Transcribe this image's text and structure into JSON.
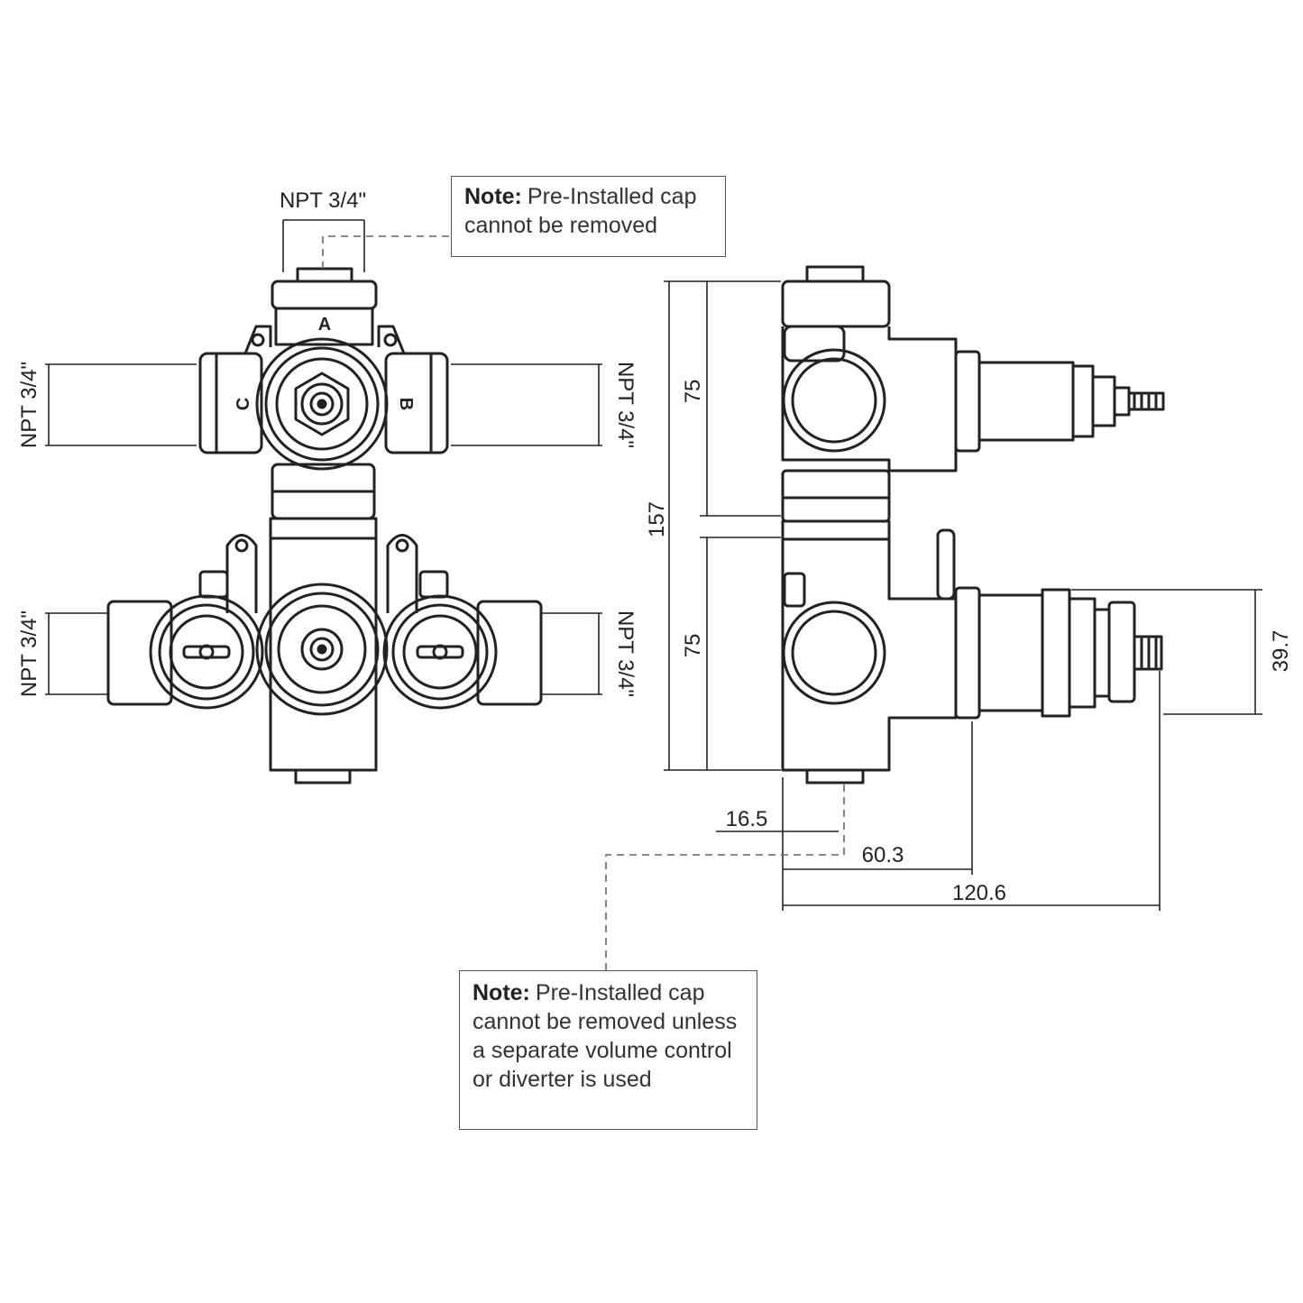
{
  "front_view": {
    "top_port": {
      "label": "NPT 3/4\"",
      "port_letter": "A"
    },
    "left_port": {
      "label": "NPT 3/4\"",
      "port_letter": "C"
    },
    "right_port": {
      "label": "NPT 3/4\"",
      "port_letter": "B"
    },
    "lower_left_port": {
      "label": "NPT 3/4\""
    },
    "lower_right_port": {
      "label": "NPT 3/4\""
    }
  },
  "side_view": {
    "overall_height": "157",
    "upper_section": "75",
    "lower_section": "75",
    "stem_height": "39.7",
    "offset_a": "16.5",
    "offset_b": "60.3",
    "offset_c": "120.6"
  },
  "notes": {
    "top": {
      "heading": "Note:",
      "text": "Pre-Installed cap cannot be removed"
    },
    "bottom": {
      "heading": "Note:",
      "text": "Pre-Installed cap cannot be removed unless a separate volume control or diverter is used"
    }
  },
  "colors": {
    "line": "#222222",
    "fill": "#ffffff",
    "dash": "#666666"
  }
}
